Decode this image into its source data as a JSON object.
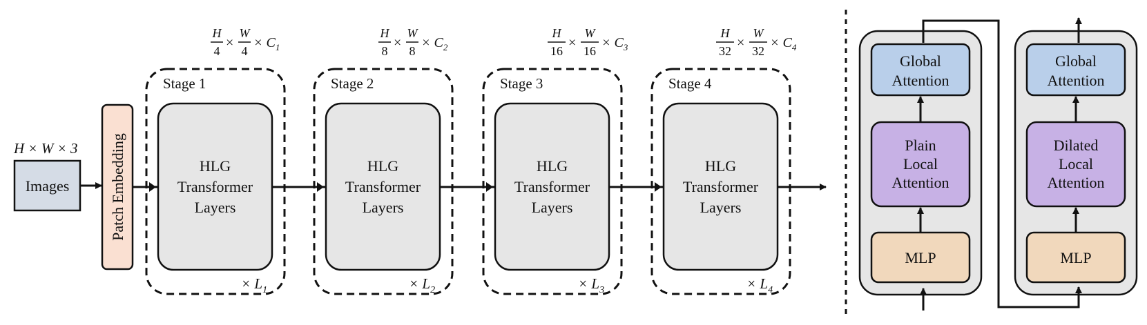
{
  "input": {
    "shape": "H × W × 3",
    "images_label": "Images"
  },
  "patch_embedding": {
    "label": "Patch Embedding"
  },
  "stages": [
    {
      "label": "Stage 1",
      "layer_lines": [
        "HLG",
        "Transformer",
        "Layers"
      ],
      "repeat": "× L",
      "repeat_sub": "1",
      "dims": {
        "h_num": "H",
        "h_den": "4",
        "w_num": "W",
        "w_den": "4",
        "c": "× C",
        "c_sub": "1"
      }
    },
    {
      "label": "Stage 2",
      "layer_lines": [
        "HLG",
        "Transformer",
        "Layers"
      ],
      "repeat": "× L",
      "repeat_sub": "2",
      "dims": {
        "h_num": "H",
        "h_den": "8",
        "w_num": "W",
        "w_den": "8",
        "c": "× C",
        "c_sub": "2"
      }
    },
    {
      "label": "Stage 3",
      "layer_lines": [
        "HLG",
        "Transformer",
        "Layers"
      ],
      "repeat": "× L",
      "repeat_sub": "3",
      "dims": {
        "h_num": "H",
        "h_den": "16",
        "w_num": "W",
        "w_den": "16",
        "c": "× C",
        "c_sub": "3"
      }
    },
    {
      "label": "Stage 4",
      "layer_lines": [
        "HLG",
        "Transformer",
        "Layers"
      ],
      "repeat": "× L",
      "repeat_sub": "4",
      "dims": {
        "h_num": "H",
        "h_den": "32",
        "w_num": "W",
        "w_den": "32",
        "c": "× C",
        "c_sub": "4"
      }
    }
  ],
  "blocks": [
    {
      "global": [
        "Global",
        "Attention"
      ],
      "local": [
        "Plain",
        "Local",
        "Attention"
      ],
      "mlp": "MLP"
    },
    {
      "global": [
        "Global",
        "Attention"
      ],
      "local": [
        "Dilated",
        "Local",
        "Attention"
      ],
      "mlp": "MLP"
    }
  ],
  "colors": {
    "images_fill": "#d5dce6",
    "patch_fill": "#fae0d2",
    "layer_fill": "#e6e6e6",
    "block_bg": "#e6e6e6",
    "global_fill": "#b9cfea",
    "local_fill": "#c7b1e5",
    "mlp_fill": "#f1d8bc",
    "stroke": "#111111"
  }
}
